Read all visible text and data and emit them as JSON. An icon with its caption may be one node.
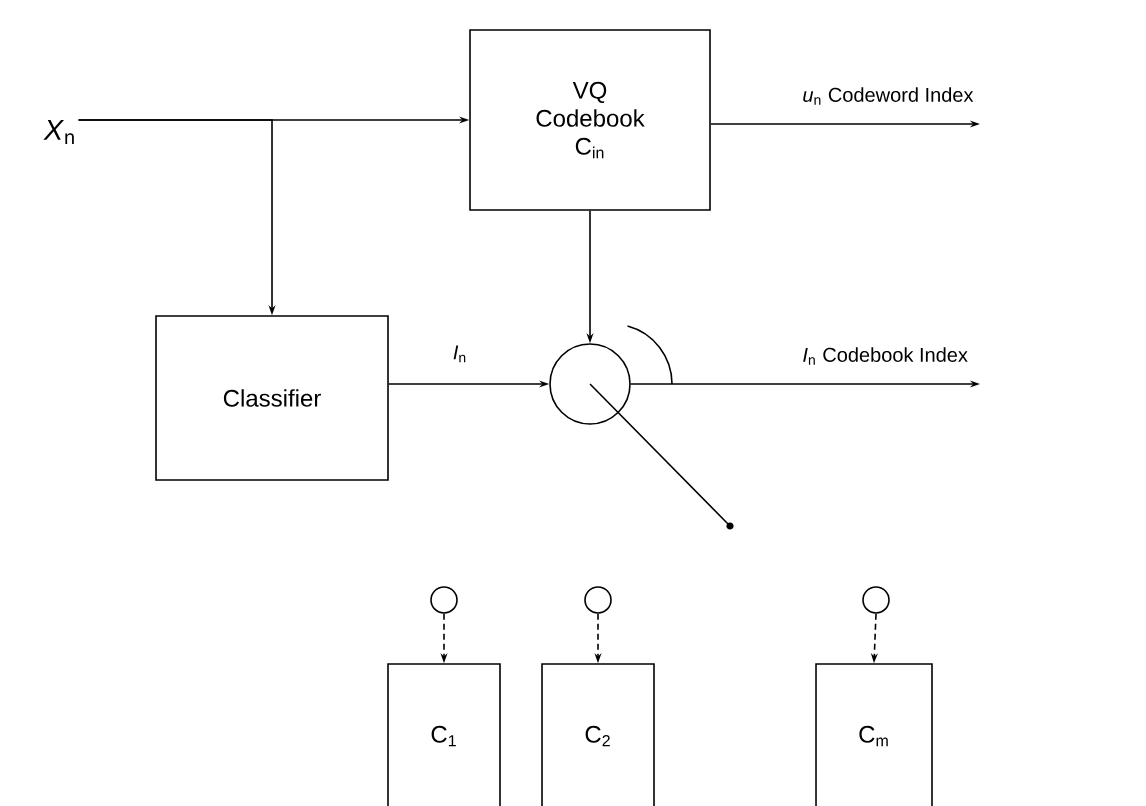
{
  "diagram": {
    "nodes": [
      {
        "text": [
          "*X*$_{n}$"
        ]
      },
      {
        "text": [
          "VQ Codebook C$_{in}$"
        ]
      },
      {
        "text": [
          "Classifier"
        ]
      },
      {
        "text": [],
        "shape": "circle"
      },
      {
        "text": [],
        "shape": "circle"
      },
      {
        "text": [],
        "shape": "circle"
      },
      {
        "text": [],
        "shape": "circle"
      },
      {
        "text": [
          "C$_{1}$"
        ]
      },
      {
        "text": [
          "C$_{2}$"
        ]
      },
      {
        "text": [
          "C$_{m}$"
        ]
      }
    ],
    "edges": [
      {
        "from": 0,
        "to": 1,
        "arrow": "to"
      },
      {
        "from": 0,
        "to": 2,
        "arrow": "to"
      },
      {
        "from": 1,
        "to": null,
        "arrow": "to",
        "label": "*u*$_{n}$ Codeword Index"
      },
      {
        "from": 1,
        "to": 3,
        "arrow": "to"
      },
      {
        "from": 2,
        "to": 3,
        "arrow": "to",
        "label": "*I*$_{n}$"
      },
      {
        "from": 3,
        "to": null,
        "arrow": "to",
        "label": "*I*$_{n}$ Codebook Index"
      },
      {
        "from": 4,
        "to": 7,
        "arrow": "to",
        "style": "dashed"
      },
      {
        "from": 5,
        "to": 8,
        "arrow": "to",
        "style": "dashed"
      },
      {
        "from": 6,
        "to": 9,
        "arrow": "to",
        "style": "dashed"
      }
    ]
  }
}
